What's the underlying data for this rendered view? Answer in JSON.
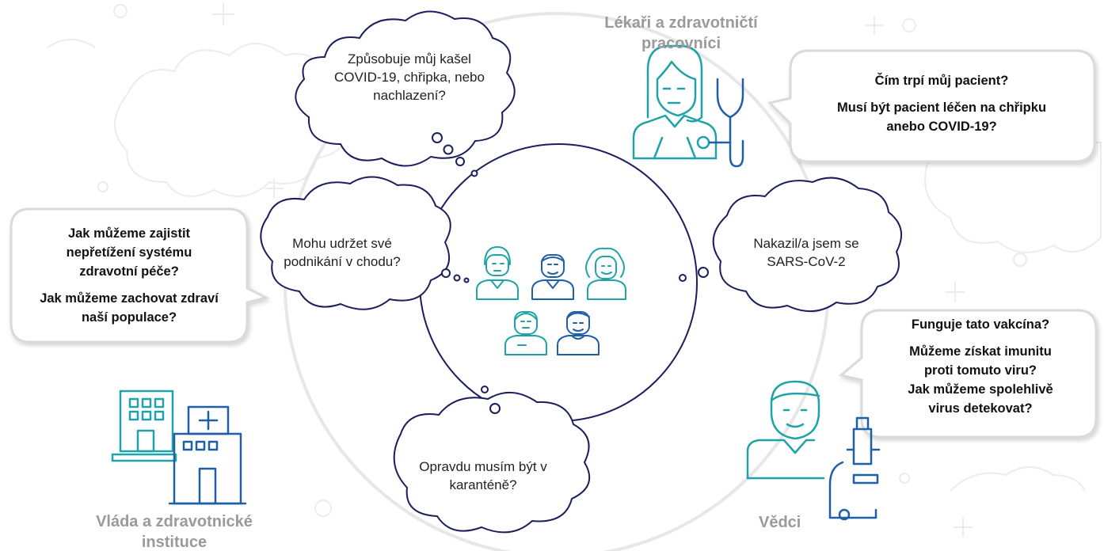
{
  "groups": {
    "doctors": "Lékaři a zdravotničtí pracovníci",
    "government": "Vláda a zdravotnické instituce",
    "scientists": "Vědci"
  },
  "thoughts": {
    "cough": "Způsobuje můj kašel COVID-19, chřipka, nebo nachlazení?",
    "business": "Mohu udržet své podnikání v chodu?",
    "infected": "Nakazil/a jsem se SARS-CoV-2",
    "quarantine": "Opravdu musím být v karanténě?"
  },
  "speech": {
    "doctor_q1": "Čím trpí můj pacient?",
    "doctor_q2": "Musí být pacient léčen na chřipku anebo COVID-19?",
    "gov_q1": "Jak můžeme zajistit nepřetížení systému zdravotní péče?",
    "gov_q2": "Jak můžeme zachovat zdraví naší populace?",
    "sci_q1": "Funguje tato vakcína?",
    "sci_q2": "Můžeme získat imunitu proti tomuto viru?",
    "sci_q3": "Jak můžeme spolehlivě virus detekovat?"
  },
  "colors": {
    "teal": "#1fa3a8",
    "blue": "#1f5fa8",
    "ring": "#e6e6e6",
    "bubble_border": "#1a1f5c"
  }
}
